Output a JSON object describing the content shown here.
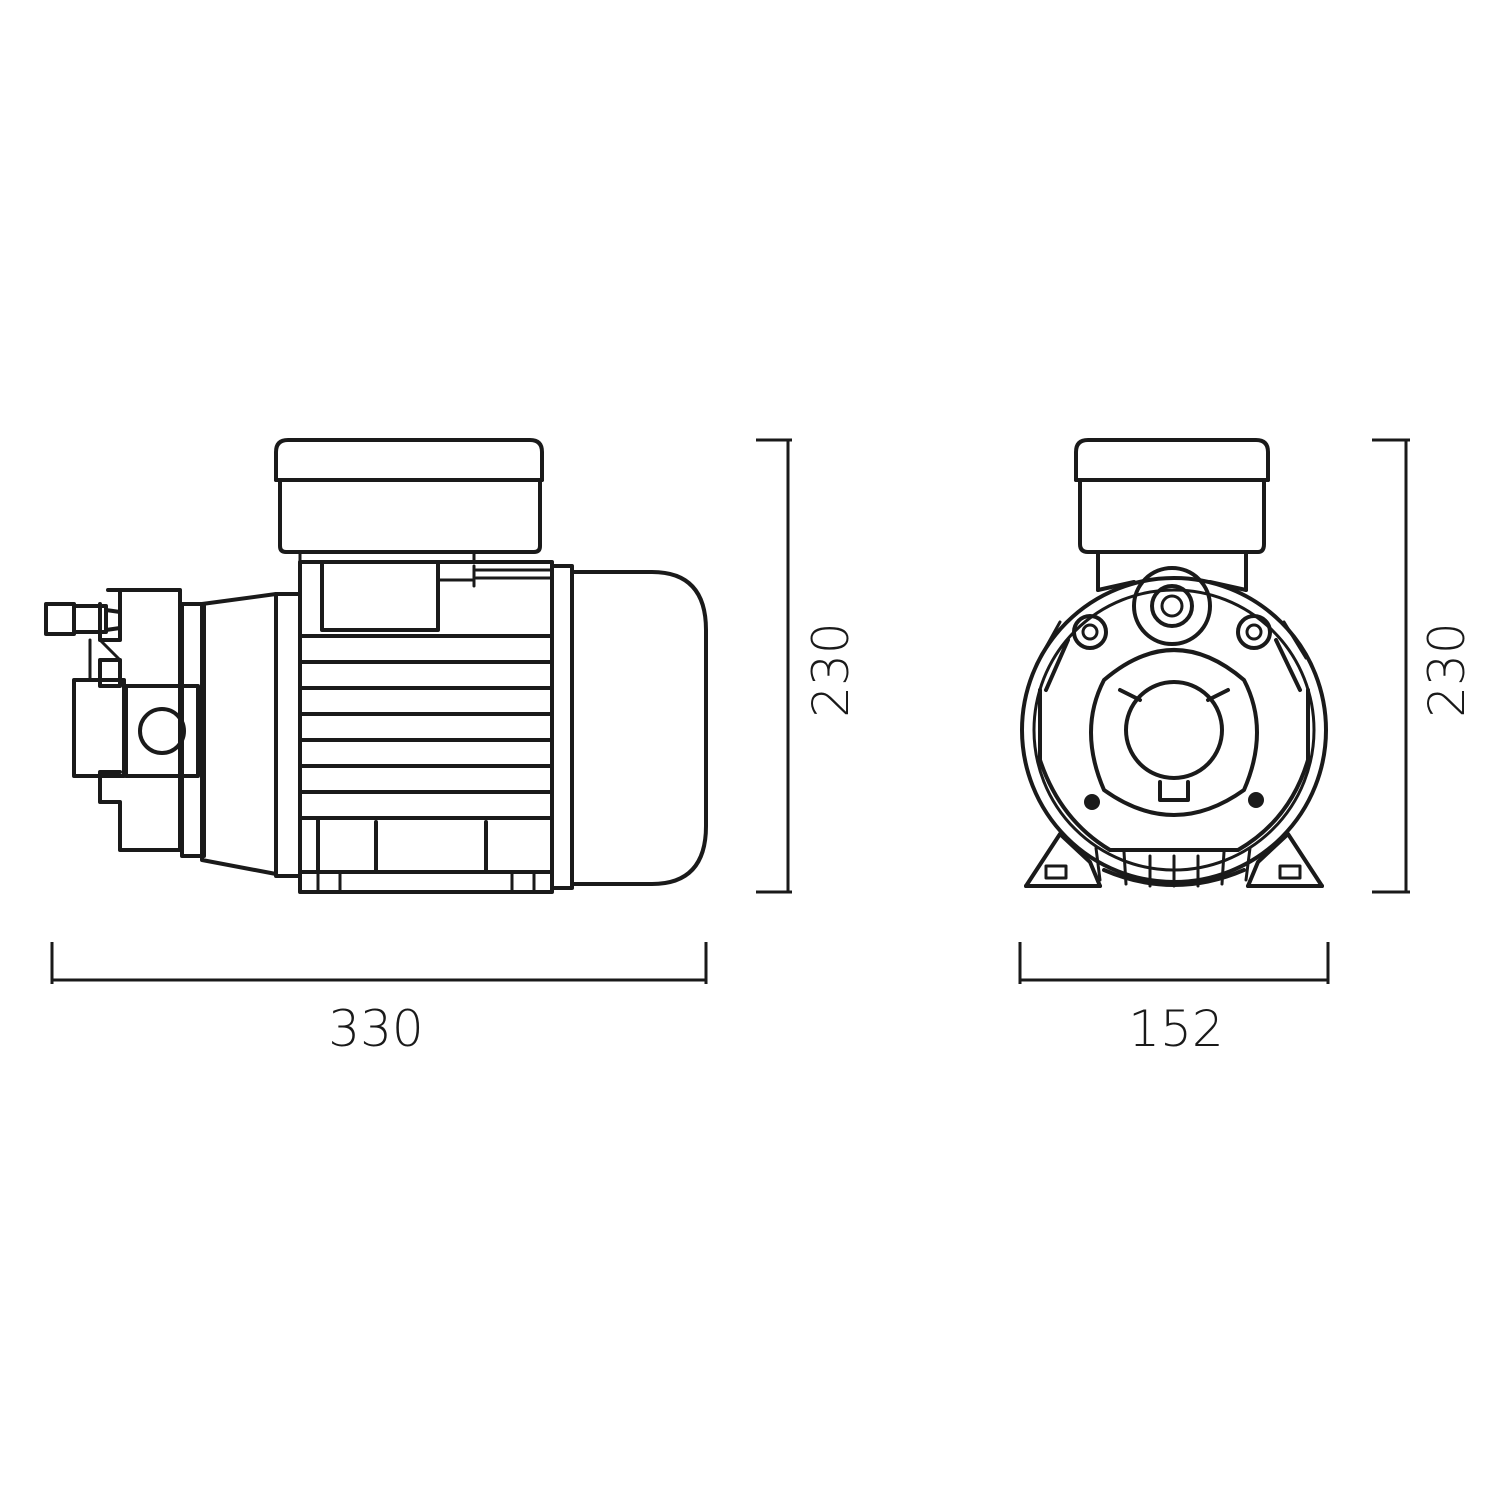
{
  "dimensions": {
    "side_width": "330",
    "side_height": "230",
    "front_width": "152",
    "front_height": "230"
  },
  "colors": {
    "line": "#1a1a1a",
    "background": "#ffffff"
  }
}
